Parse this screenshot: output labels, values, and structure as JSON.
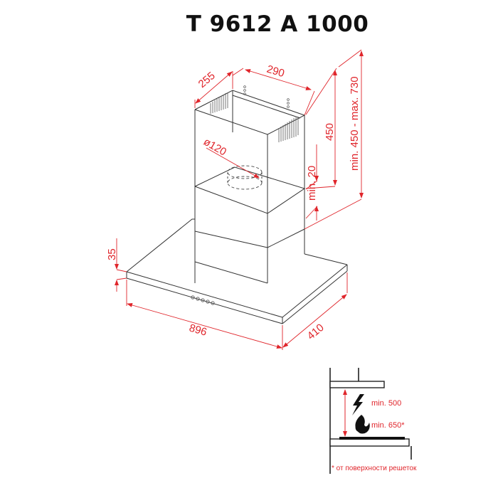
{
  "title": "T 9612 A 1000",
  "dimensions": {
    "chimney_depth": "255",
    "chimney_width": "290",
    "chimney_height": "450",
    "total_height": "min. 450 - max. 730",
    "min_gap": "min. 20",
    "outlet_diameter": "ø120",
    "hood_thickness": "35",
    "hood_width": "896",
    "hood_depth": "410"
  },
  "installation": {
    "electric_min": "min. 500",
    "gas_min": "min. 650*",
    "footnote": "* от поверхности решеток"
  },
  "colors": {
    "dimension": "#e0252b",
    "outline": "#333333"
  }
}
